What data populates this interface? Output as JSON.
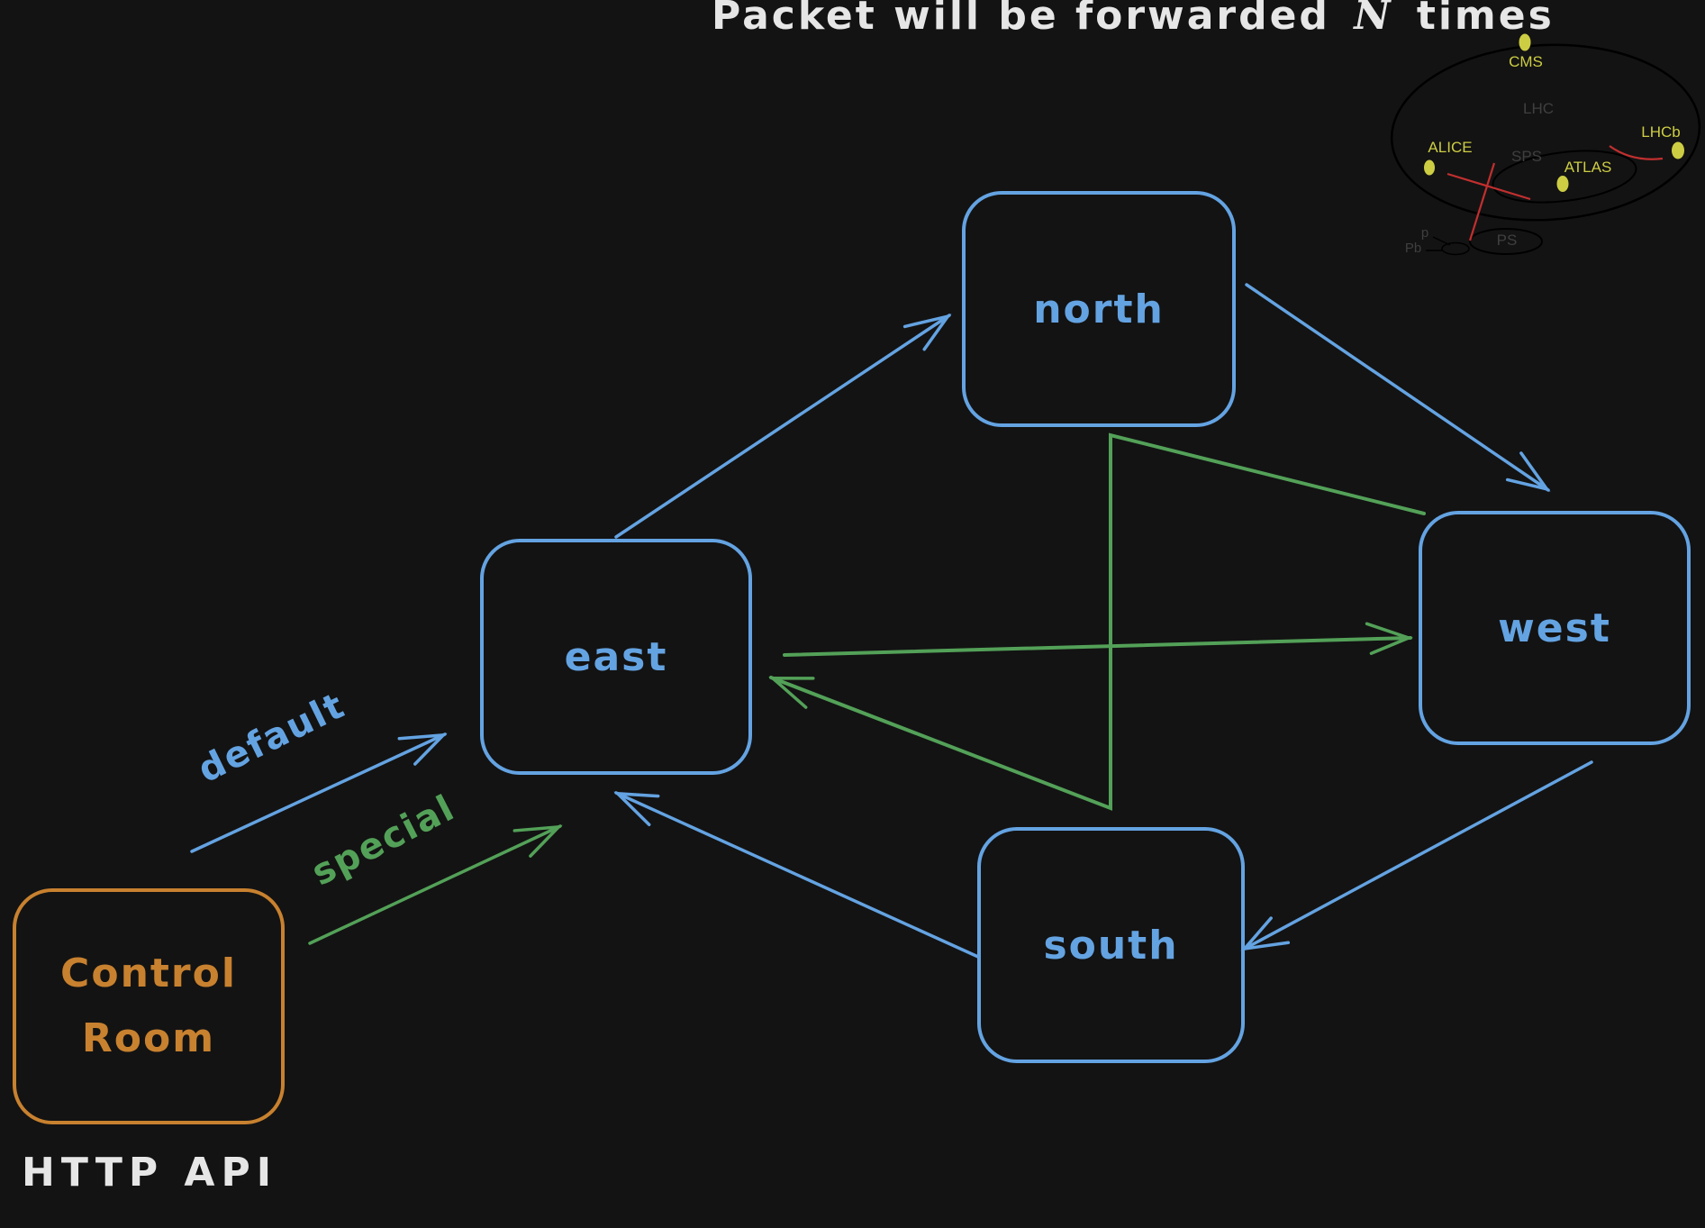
{
  "title": {
    "prefix": "Packet will be forwarded",
    "n": "N",
    "suffix": "times"
  },
  "nodes": {
    "north": {
      "label": "north"
    },
    "east": {
      "label": "east"
    },
    "west": {
      "label": "west"
    },
    "south": {
      "label": "south"
    },
    "control_room": {
      "line1": "Control",
      "line2": "Room"
    }
  },
  "annotations": {
    "default_label": "default",
    "special_label": "special",
    "http_api": "HTTP API"
  },
  "edges": [
    {
      "id": "default",
      "from": "control-room",
      "to": "east",
      "color": "blue",
      "label": "default"
    },
    {
      "id": "special",
      "from": "control-room",
      "to": "east",
      "color": "green",
      "label": "special"
    },
    {
      "id": "east-north",
      "from": "east",
      "to": "north",
      "color": "blue"
    },
    {
      "id": "north-west",
      "from": "north",
      "to": "west",
      "color": "blue"
    },
    {
      "id": "west-south",
      "from": "west",
      "to": "south",
      "color": "blue"
    },
    {
      "id": "south-east",
      "from": "south",
      "to": "east",
      "color": "blue"
    },
    {
      "id": "east-west",
      "from": "east",
      "to": "west",
      "color": "green"
    },
    {
      "id": "west-to-east-via-north-south",
      "from": "west",
      "to": "east",
      "color": "green",
      "note": "polyline routed under north down past south then up-left into east"
    }
  ],
  "cern_inset": {
    "labels": {
      "cms": "CMS",
      "alice": "ALICE",
      "atlas": "ATLAS",
      "lhcb": "LHCb",
      "lhc": "LHC",
      "sps": "SPS",
      "ps": "PS",
      "p": "p",
      "pb": "Pb"
    }
  },
  "colors": {
    "background": "#131313",
    "blue": "#64a3e2",
    "green": "#53a158",
    "orange": "#c8812f",
    "yellow": "#cdcd44",
    "red": "#c22f2f",
    "white": "#e6e6e6",
    "gray_label": "#3f3f3f"
  }
}
